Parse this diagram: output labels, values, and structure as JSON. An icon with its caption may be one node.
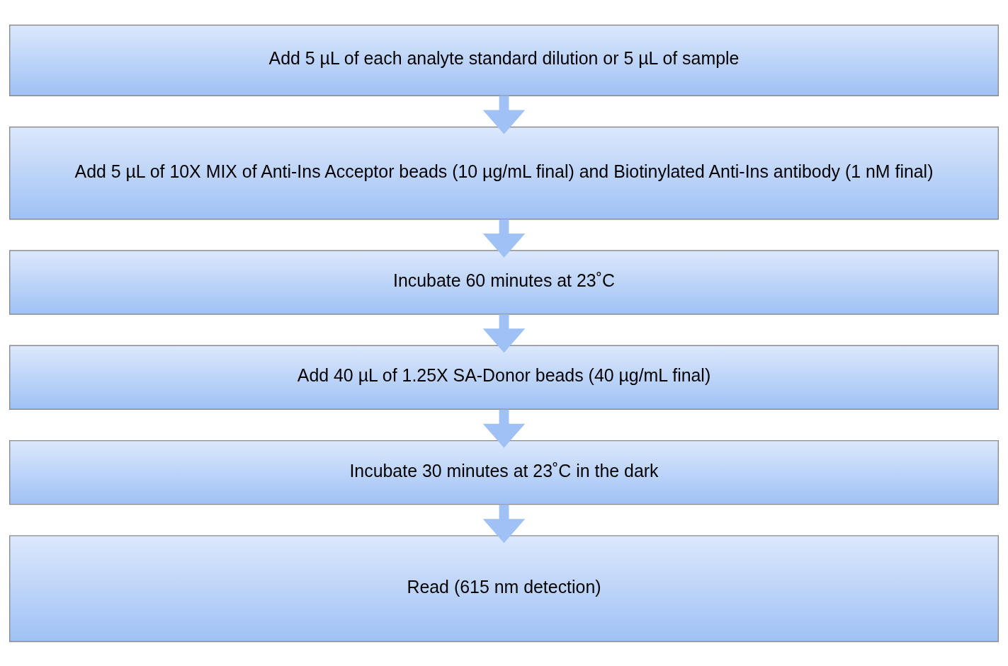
{
  "diagram": {
    "nodes": [
      {
        "text": [
          "Add 5 µL of each analyte standard dilution or 5 µL of sample"
        ]
      },
      {
        "text": [
          "Add 5 µL of 10X MIX of Anti-Ins Acceptor beads (10 µg/mL final) and Biotinylated Anti-Ins antibody (1 nM final)"
        ]
      },
      {
        "text": [
          "Incubate 60 minutes at 23˚C"
        ]
      },
      {
        "text": [
          "Add 40 µL of 1.25X SA-Donor beads (40 µg/mL final)"
        ]
      },
      {
        "text": [
          "Incubate 30 minutes at 23˚C in the dark"
        ]
      },
      {
        "text": [
          "Read (615 nm detection)"
        ]
      }
    ],
    "edges": [
      {
        "from": 0,
        "to": 1,
        "arrow": "to"
      },
      {
        "from": 1,
        "to": 2,
        "arrow": "to"
      },
      {
        "from": 2,
        "to": 3,
        "arrow": "to"
      },
      {
        "from": 3,
        "to": 4,
        "arrow": "to"
      },
      {
        "from": 4,
        "to": 5,
        "arrow": "to"
      }
    ]
  }
}
